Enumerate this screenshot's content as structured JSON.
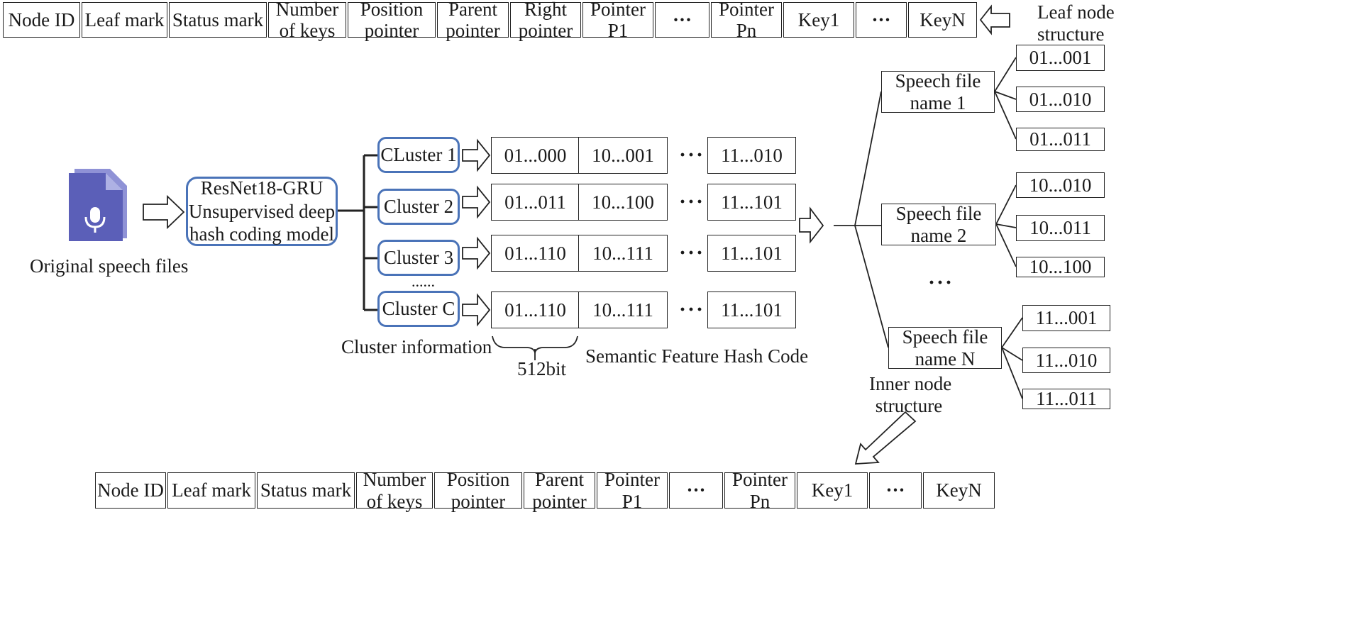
{
  "leaf_node_structure": {
    "label": [
      "Leaf node",
      "structure"
    ],
    "fields": [
      [
        "Node ID"
      ],
      [
        "Leaf mark"
      ],
      [
        "Status mark"
      ],
      [
        "Number",
        "of keys"
      ],
      [
        "Position",
        "pointer"
      ],
      [
        "Parent",
        "pointer"
      ],
      [
        "Right",
        "pointer"
      ],
      [
        "Pointer",
        "P1"
      ],
      [
        "···"
      ],
      [
        "Pointer",
        "Pn"
      ],
      [
        "Key1"
      ],
      [
        "···"
      ],
      [
        "KeyN"
      ]
    ]
  },
  "inner_node_structure": {
    "label": [
      "Inner node",
      "structure"
    ],
    "fields": [
      [
        "Node ID"
      ],
      [
        "Leaf mark"
      ],
      [
        "Status mark"
      ],
      [
        "Number",
        "of keys"
      ],
      [
        "Position",
        "pointer"
      ],
      [
        "Parent",
        "pointer"
      ],
      [
        "Pointer",
        "P1"
      ],
      [
        "···"
      ],
      [
        "Pointer",
        "Pn"
      ],
      [
        "Key1"
      ],
      [
        "···"
      ],
      [
        "KeyN"
      ]
    ]
  },
  "input": {
    "icon": "speech-file-icon",
    "label": "Original speech files"
  },
  "model": {
    "lines": [
      "ResNet18-GRU",
      "Unsupervised deep",
      "hash coding model"
    ]
  },
  "clusters": {
    "items": [
      "CLuster 1",
      "Cluster 2",
      "Cluster 3",
      "Cluster C"
    ],
    "ellipsis": "......",
    "caption": "Cluster information"
  },
  "hash_codes": {
    "rows": [
      [
        "01...000",
        "10...001",
        "11...010"
      ],
      [
        "01...011",
        "10...100",
        "11...101"
      ],
      [
        "01...110",
        "10...111",
        "11...101"
      ],
      [
        "01...110",
        "10...111",
        "11...101"
      ]
    ],
    "gap": "···",
    "bit_label": "512bit",
    "caption": "Semantic Feature Hash Code"
  },
  "speech_files": {
    "items": [
      {
        "name": [
          "Speech file",
          "name 1"
        ],
        "codes": [
          "01...001",
          "01...010",
          "01...011"
        ]
      },
      {
        "name": [
          "Speech file",
          "name 2"
        ],
        "codes": [
          "10...010",
          "10...011",
          "10...100"
        ]
      },
      {
        "name": [
          "Speech file",
          "name N"
        ],
        "codes": [
          "11...001",
          "11...010",
          "11...011"
        ]
      }
    ],
    "ellipsis": "···"
  },
  "colors": {
    "accent_blue": "#4a73b8",
    "icon_purple": "#5b5fb8",
    "icon_light": "#8f92d6",
    "line": "#222222"
  }
}
